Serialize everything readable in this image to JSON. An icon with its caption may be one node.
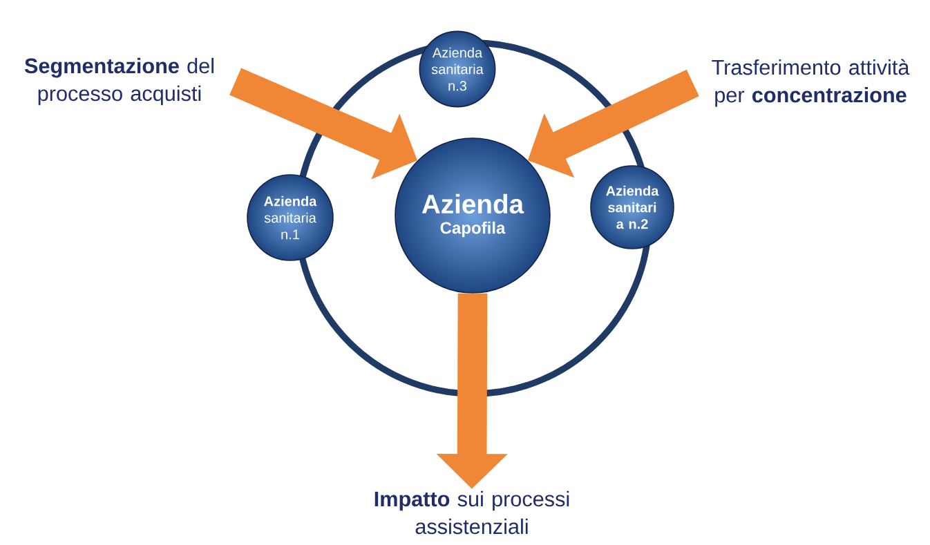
{
  "diagram": {
    "nodes": [
      {
        "text": [
          "Azienda",
          "Capofila"
        ]
      },
      {
        "text": [
          "**Azienda** sanitaria n.1"
        ]
      },
      {
        "text": [
          "Azienda sanitari a n.2"
        ]
      },
      {
        "text": [
          "Azienda sanitaria n.3"
        ]
      },
      {
        "text": [
          "**Segmentazione** del processo acquisti"
        ]
      },
      {
        "text": [
          "Trasferimento attività per **concentrazione**"
        ]
      },
      {
        "text": [
          "**Impatto** sui processi assistenziali"
        ]
      }
    ],
    "edges": [
      {
        "from": 4,
        "to": 0,
        "arrow": "to"
      },
      {
        "from": 5,
        "to": 0,
        "arrow": "to"
      },
      {
        "from": 0,
        "to": 6,
        "arrow": "to"
      }
    ]
  }
}
